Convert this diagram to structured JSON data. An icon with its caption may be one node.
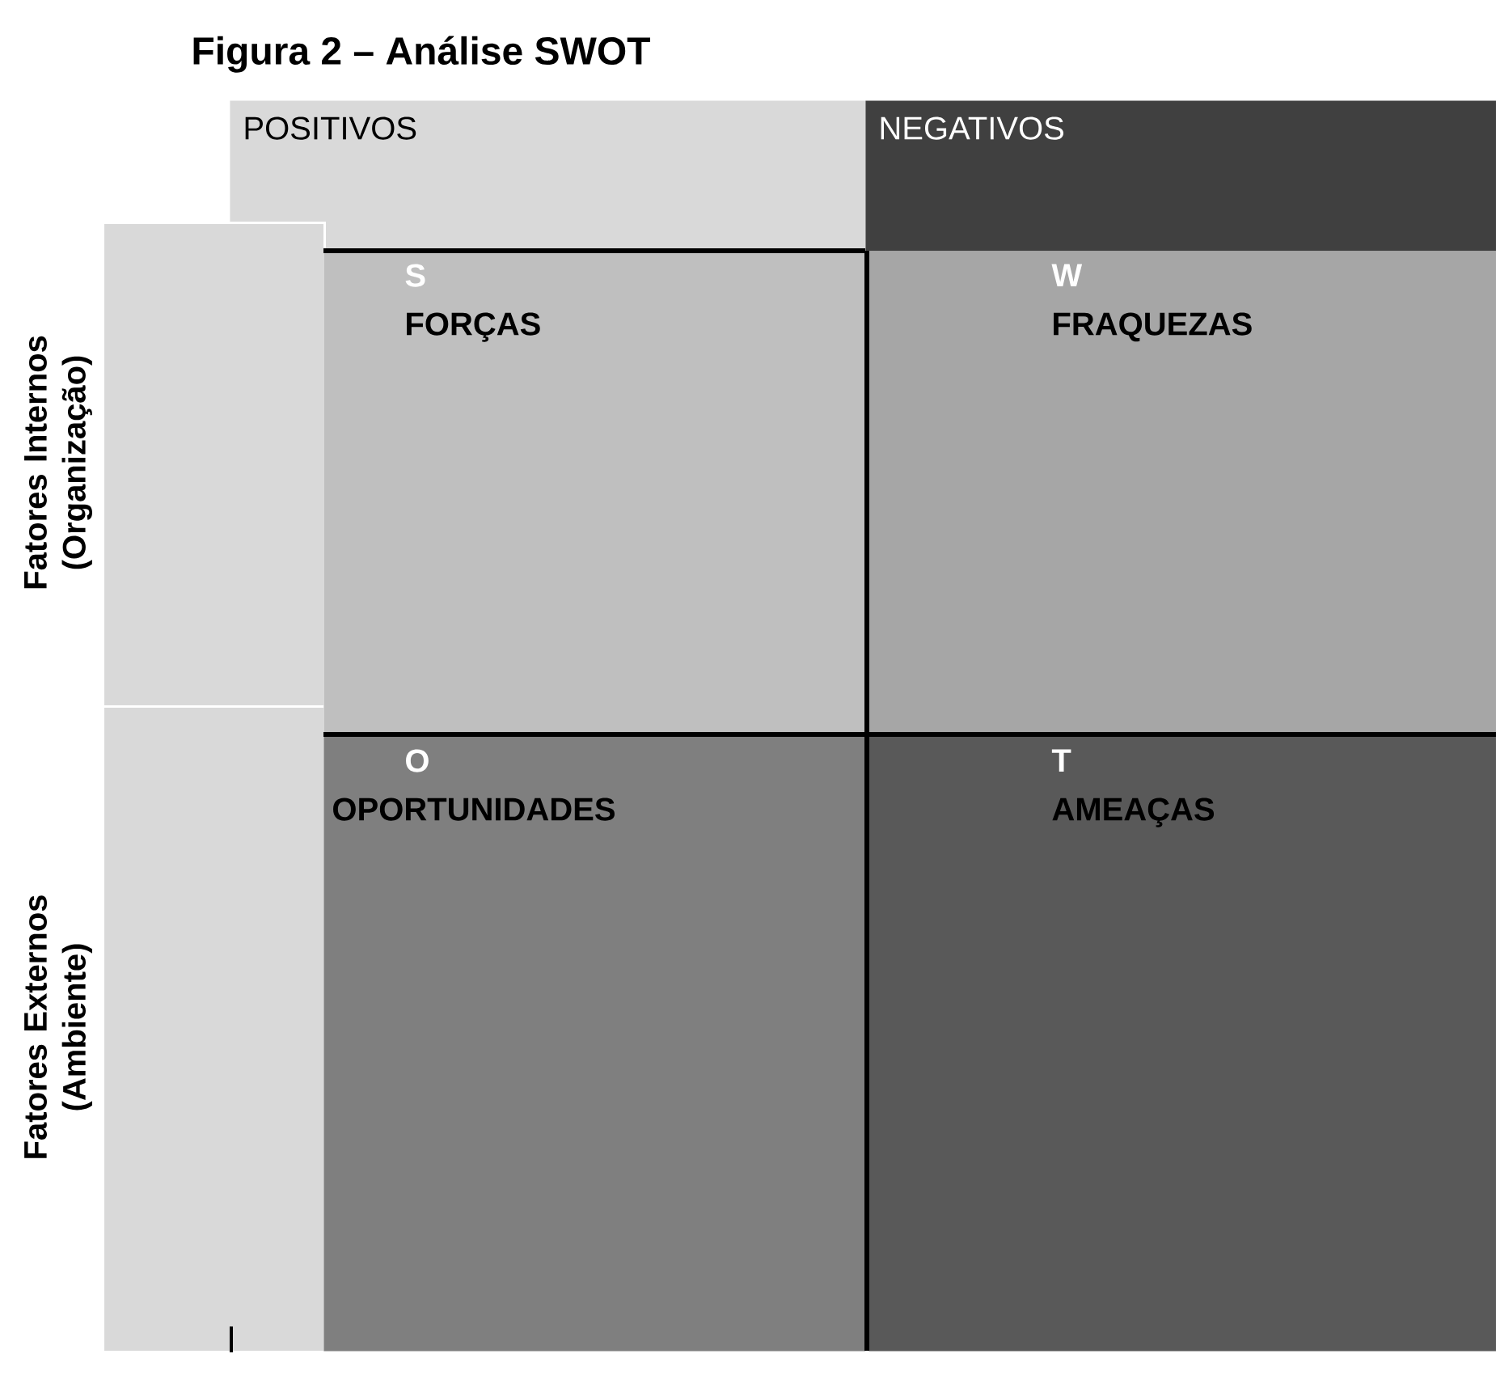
{
  "diagram": {
    "title": "Figura 2 – Análise SWOT",
    "nodes": [
      {
        "text": [
          "POSITIVOS"
        ]
      },
      {
        "text": [
          "NEGATIVOS"
        ]
      },
      {
        "text": [
          "Fatores Internos (Organização)"
        ]
      },
      {
        "text": [
          "Fatores Externos (Ambiente)"
        ]
      },
      {
        "text": [
          "S",
          "FORÇAS"
        ]
      },
      {
        "text": [
          "W",
          "FRAQUEZAS"
        ]
      },
      {
        "text": [
          "O",
          "OPORTUNIDADES"
        ]
      },
      {
        "text": [
          "T",
          "AMEAÇAS"
        ]
      }
    ]
  }
}
